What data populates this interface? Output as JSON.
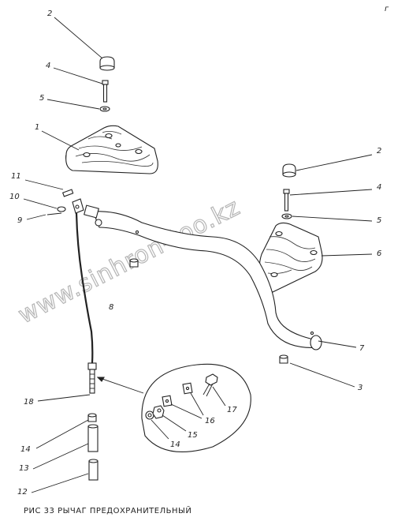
{
  "caption": "РИС 33  РЫЧАГ  ПРЕДОХРАНИТЕЛЬНЫЙ",
  "watermark": "www.sinhron-too.kz",
  "corner_mark": "г",
  "callouts": {
    "c2a": "2",
    "c4a": "4",
    "c5a": "5",
    "c1": "1",
    "c11": "11",
    "c10": "10",
    "c9": "9",
    "c2b": "2",
    "c4b": "4",
    "c5b": "5",
    "c6": "6",
    "c8": "8",
    "c7": "7",
    "c3": "3",
    "c18": "18",
    "c14a": "14",
    "c13": "13",
    "c12": "12",
    "c16": "16",
    "c17": "17",
    "c15": "15",
    "c14b": "14"
  }
}
